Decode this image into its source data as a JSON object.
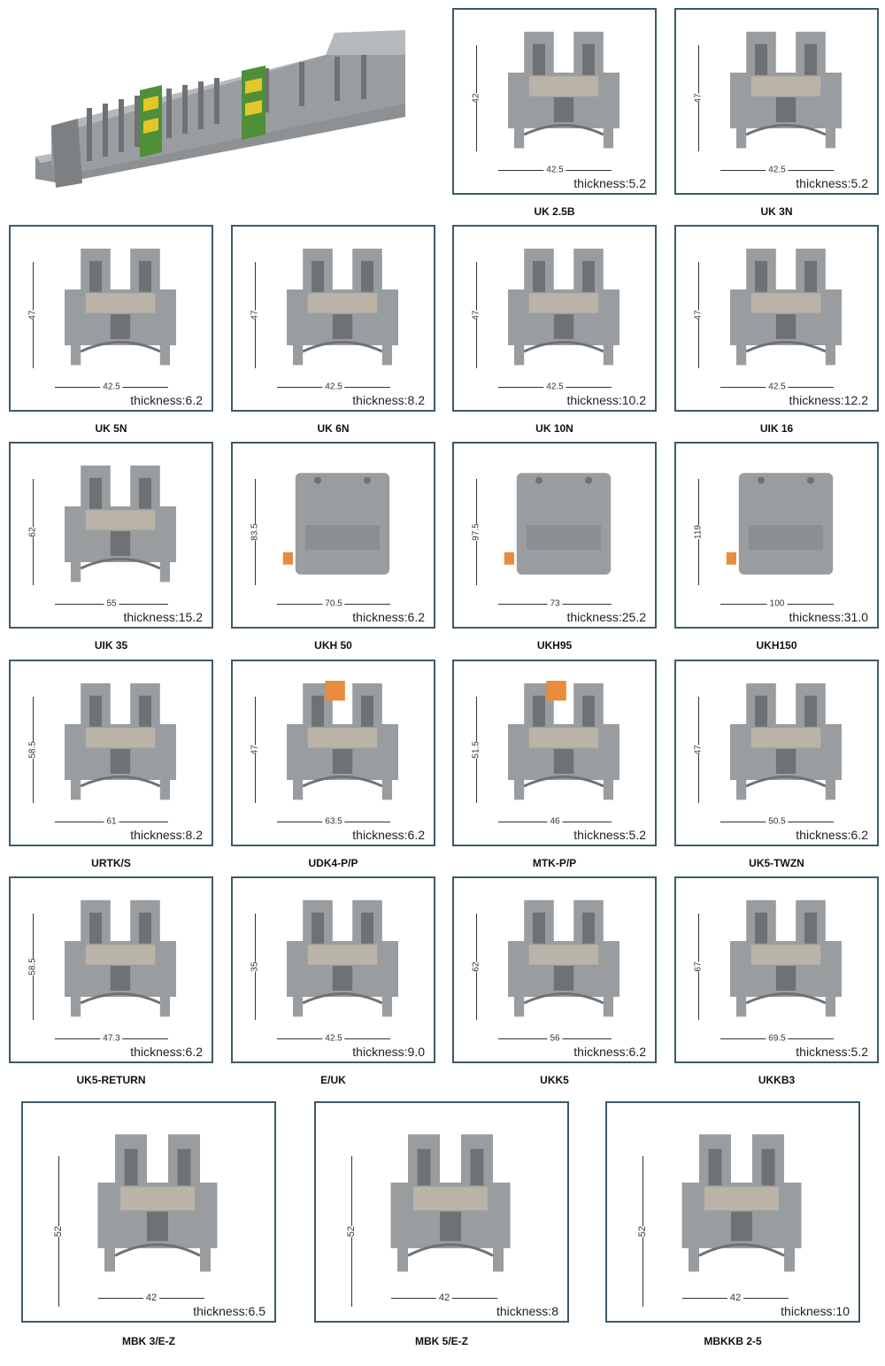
{
  "colors": {
    "card_border": "#3f5a66",
    "block_gray": "#9a9da0",
    "dark_gray": "#6f7275",
    "metal": "#b9b3a8",
    "ground_green": "#4f8f3a",
    "ground_yellow": "#e3c62a",
    "orange": "#e98b3a"
  },
  "hero": {
    "name": "din-rail-terminal-assembly"
  },
  "products": [
    {
      "name": "UK 2.5B",
      "height": "42",
      "width": "42.5",
      "thickness": "thickness:5.2"
    },
    {
      "name": "UK 3N",
      "height": "47",
      "width": "42.5",
      "thickness": "thickness:5.2"
    },
    {
      "name": "UK 5N",
      "height": "47",
      "width": "42.5",
      "thickness": "thickness:6.2"
    },
    {
      "name": "UK 6N",
      "height": "47",
      "width": "42.5",
      "thickness": "thickness:8.2"
    },
    {
      "name": "UK 10N",
      "height": "47",
      "width": "42.5",
      "thickness": "thickness:10.2"
    },
    {
      "name": "UIK 16",
      "height": "47",
      "width": "42.5",
      "thickness": "thickness:12.2"
    },
    {
      "name": "UIK 35",
      "height": "62",
      "width": "55",
      "thickness": "thickness:15.2"
    },
    {
      "name": "UKH 50",
      "height": "83.5",
      "width": "70.5",
      "thickness": "thickness:6.2"
    },
    {
      "name": "UKH95",
      "height": "97.5",
      "width": "73",
      "thickness": "thickness:25.2"
    },
    {
      "name": "UKH150",
      "height": "119",
      "width": "100",
      "thickness": "thickness:31.0"
    },
    {
      "name": "URTK/S",
      "height": "58.5",
      "width": "61",
      "thickness": "thickness:8.2"
    },
    {
      "name": "UDK4-P/P",
      "height": "47",
      "width": "63.5",
      "thickness": "thickness:6.2"
    },
    {
      "name": "MTK-P/P",
      "height": "51.5",
      "width": "46",
      "thickness": "thickness:5.2"
    },
    {
      "name": "UK5-TWZN",
      "height": "47",
      "width": "50.5",
      "thickness": "thickness:6.2"
    },
    {
      "name": "UK5-RETURN",
      "height": "58.5",
      "width": "47.3",
      "thickness": "thickness:6.2"
    },
    {
      "name": "E/UK",
      "height": "35",
      "width": "42.5",
      "thickness": "thickness:9.0"
    },
    {
      "name": "UKK5",
      "height": "62",
      "width": "56",
      "thickness": "thickness:6.2"
    },
    {
      "name": "UKKB3",
      "height": "67",
      "width": "69.5",
      "thickness": "thickness:5.2"
    },
    {
      "name": "MBK 3/E-Z",
      "height": "52",
      "width": "42",
      "thickness": "thickness:6.5"
    },
    {
      "name": "MBK 5/E-Z",
      "height": "52",
      "width": "42",
      "thickness": "thickness:8"
    },
    {
      "name": "MBKKB 2-5",
      "height": "52",
      "width": "42",
      "thickness": "thickness:10"
    }
  ]
}
